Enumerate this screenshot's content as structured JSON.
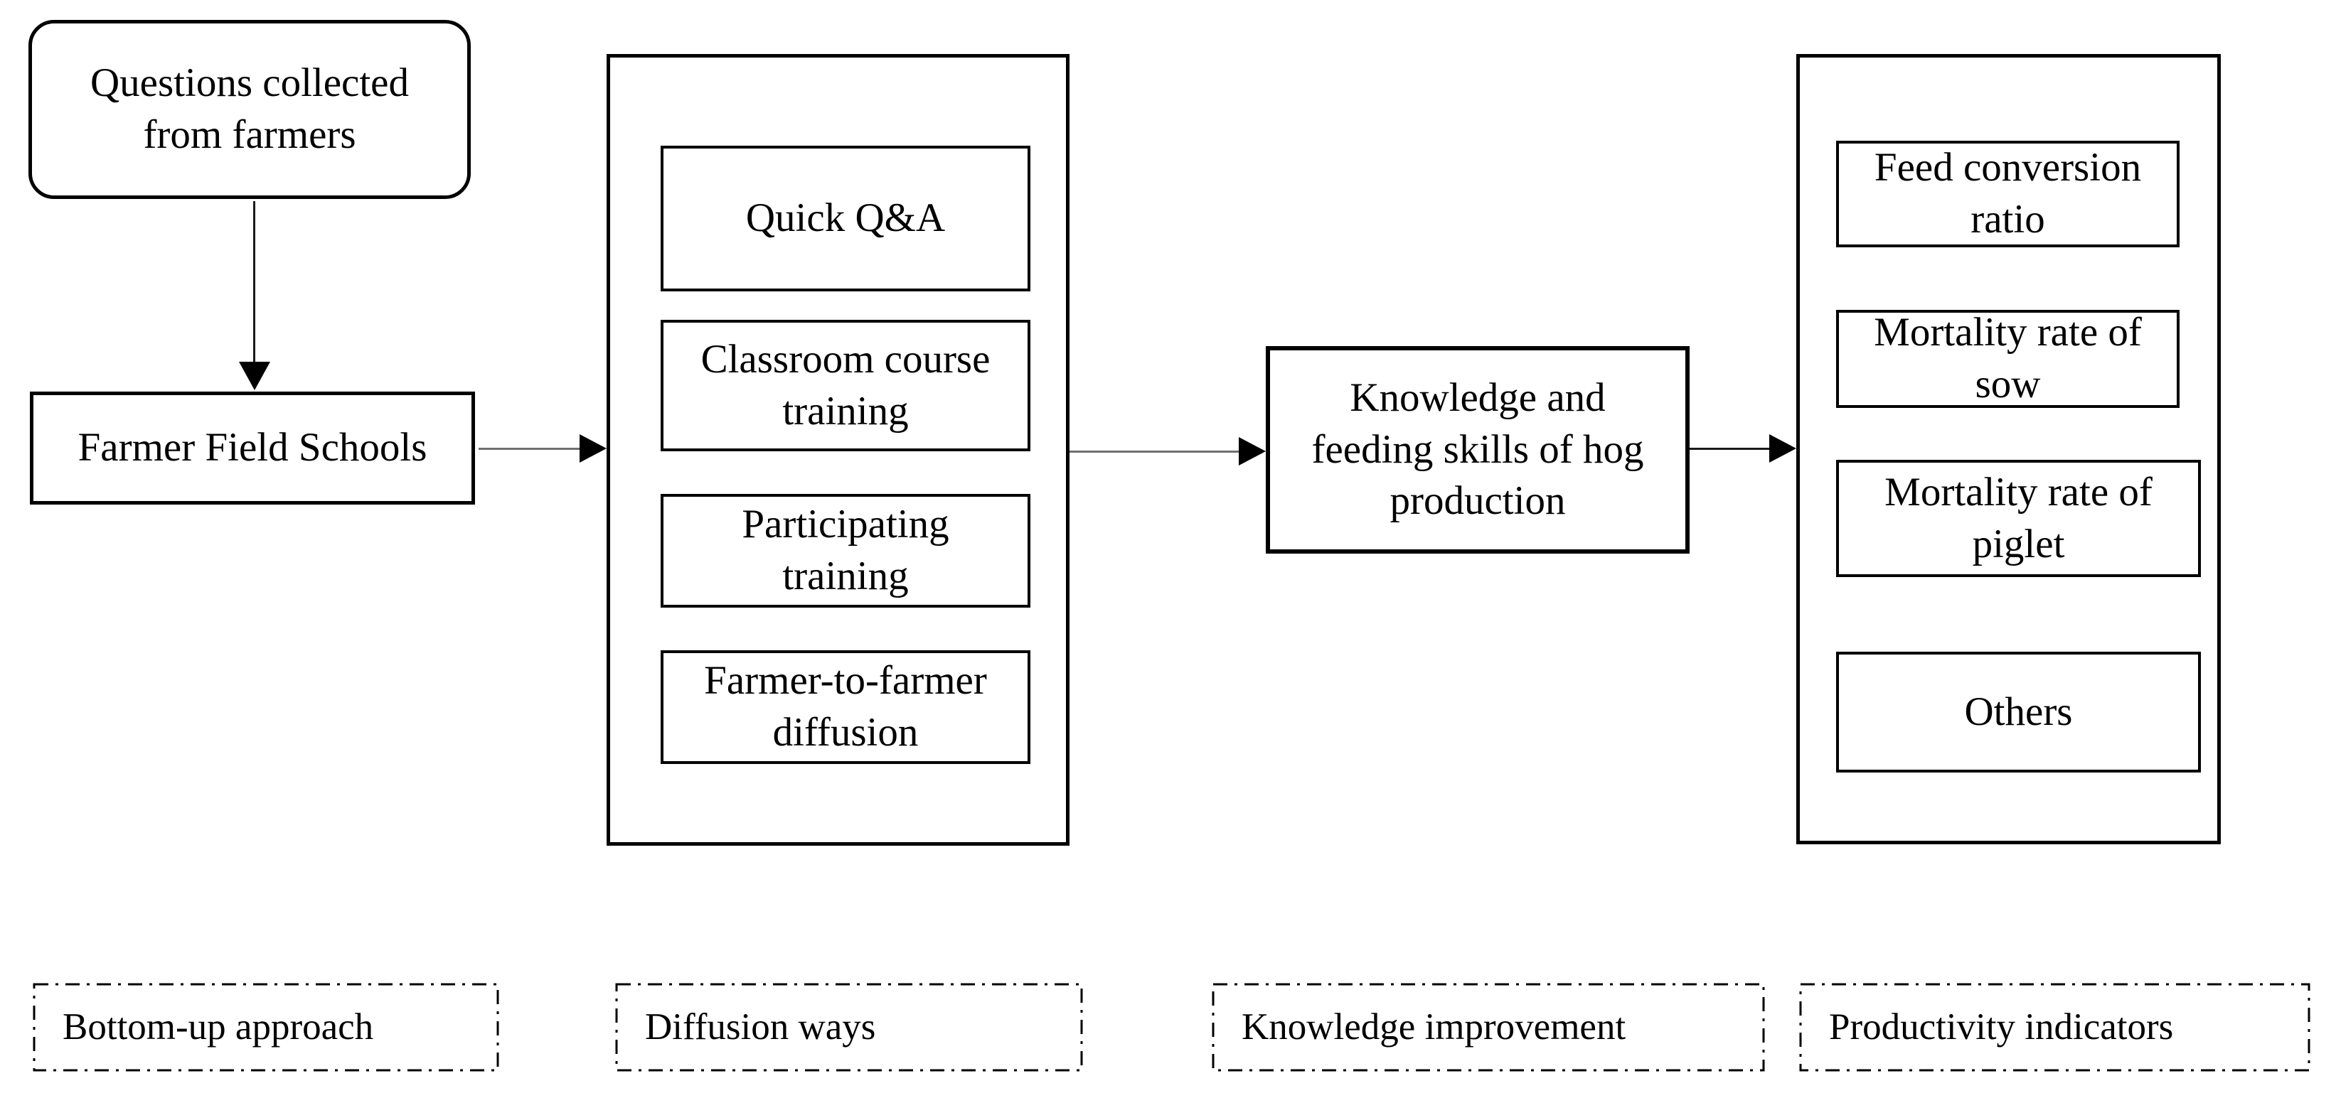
{
  "diagram": {
    "nodes": {
      "questions": {
        "label": "Questions collected\nfrom farmers"
      },
      "farmer_field_schools": {
        "label": "Farmer Field Schools"
      },
      "knowledge": {
        "label": "Knowledge and\nfeeding skills of hog\nproduction"
      }
    },
    "diffusion_container": {
      "items": [
        {
          "label": "Quick Q&A"
        },
        {
          "label": "Classroom course\ntraining"
        },
        {
          "label": "Participating\ntraining"
        },
        {
          "label": "Farmer-to-farmer\ndiffusion"
        }
      ]
    },
    "indicators_container": {
      "items": [
        {
          "label": "Feed conversion\nratio"
        },
        {
          "label": "Mortality rate of\nsow"
        },
        {
          "label": "Mortality rate of\npiglet"
        },
        {
          "label": "Others"
        }
      ]
    },
    "categories": [
      {
        "label": "Bottom-up approach"
      },
      {
        "label": "Diffusion ways"
      },
      {
        "label": "Knowledge improvement"
      },
      {
        "label": "Productivity indicators"
      }
    ],
    "colors": {
      "line": "#000000",
      "connector": "#6f6f6f",
      "background": "#ffffff"
    }
  }
}
